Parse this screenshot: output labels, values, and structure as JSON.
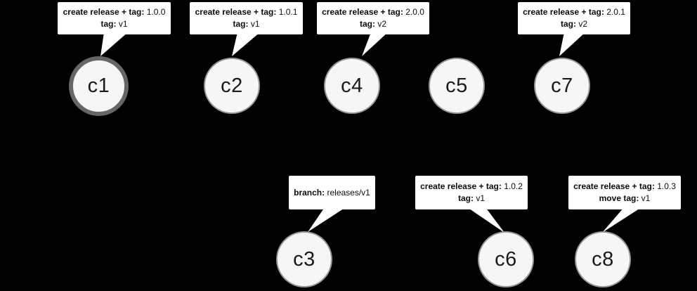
{
  "diagram": {
    "type": "git-commit-graph",
    "background_color": "#000000",
    "node_fill_color": "#f6f6f6",
    "node_border_color": "#979797",
    "highlighted_node_border_color": "#666666",
    "callout_background_color": "#ffffff",
    "nodes": [
      {
        "id": "c1",
        "label": "c1",
        "highlighted": true,
        "callout": {
          "lines": [
            {
              "label": "create release + tag:",
              "value": "1.0.0"
            },
            {
              "label": "tag:",
              "value": "v1"
            }
          ]
        }
      },
      {
        "id": "c2",
        "label": "c2",
        "highlighted": false,
        "callout": {
          "lines": [
            {
              "label": "create release + tag:",
              "value": "1.0.1"
            },
            {
              "label": "tag:",
              "value": "v1"
            }
          ]
        }
      },
      {
        "id": "c3",
        "label": "c3",
        "highlighted": false,
        "callout": {
          "lines": [
            {
              "label": "branch:",
              "value": "releases/v1"
            }
          ]
        }
      },
      {
        "id": "c4",
        "label": "c4",
        "highlighted": false,
        "callout": {
          "lines": [
            {
              "label": "create release + tag:",
              "value": "2.0.0"
            },
            {
              "label": "tag:",
              "value": "v2"
            }
          ]
        }
      },
      {
        "id": "c5",
        "label": "c5",
        "highlighted": false,
        "callout": null
      },
      {
        "id": "c6",
        "label": "c6",
        "highlighted": false,
        "callout": {
          "lines": [
            {
              "label": "create release + tag:",
              "value": "1.0.2"
            },
            {
              "label": "tag:",
              "value": "v1"
            }
          ]
        }
      },
      {
        "id": "c7",
        "label": "c7",
        "highlighted": false,
        "callout": {
          "lines": [
            {
              "label": "create release + tag:",
              "value": "2.0.1"
            },
            {
              "label": "tag:",
              "value": "v2"
            }
          ]
        }
      },
      {
        "id": "c8",
        "label": "c8",
        "highlighted": false,
        "callout": {
          "lines": [
            {
              "label": "create release + tag:",
              "value": "1.0.3"
            },
            {
              "label": "move tag:",
              "value": "v1"
            }
          ]
        }
      }
    ]
  }
}
